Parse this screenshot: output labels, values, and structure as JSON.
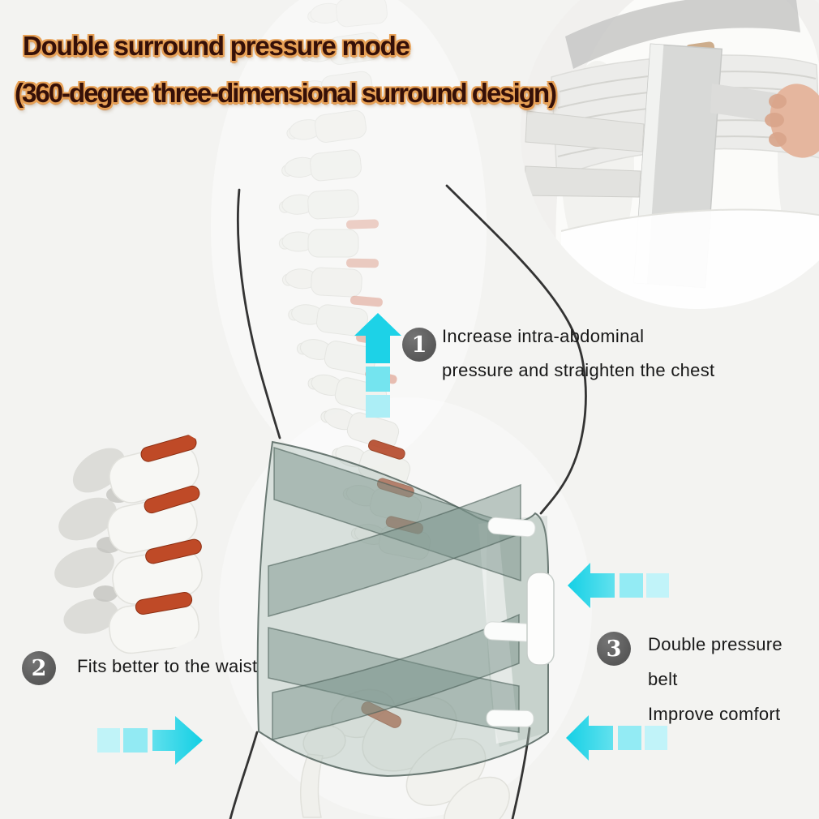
{
  "title": {
    "line1": "Double surround pressure mode",
    "line2": "(360-degree three-dimensional surround design)"
  },
  "annotations": [
    {
      "number": "1",
      "icon": "up-arrow-icon",
      "lines": [
        "Increase intra-abdominal",
        "pressure and straighten the chest"
      ]
    },
    {
      "number": "2",
      "icon": "right-arrow-icon",
      "lines": [
        "Fits better to the waist"
      ]
    },
    {
      "number": "3",
      "icon": "left-arrow-icon",
      "lines": [
        "Double pressure",
        "belt",
        "Improve comfort"
      ]
    }
  ],
  "figures": {
    "photo_inset": "photo of lumbar back brace worn on torso, strap being pulled by hand",
    "left_inset": "close-up of spine vertebrae with red intervertebral discs",
    "main_illustration": "side-view spine with translucent cross-strap lumbar brace on waist"
  },
  "colors": {
    "background": "#f3f3f1",
    "title_text": "#351008",
    "title_outline": "#e8a156",
    "annotation_text": "#181818",
    "badge_bg": "#5e5e5e",
    "badge_text": "#ffffff",
    "arrow_bright": "#14cfe4",
    "arrow_light": "#c0f3f8",
    "brace_teal": "#abbdb6",
    "disc_red": "#b54829",
    "body_outline": "#1e1e1e"
  }
}
